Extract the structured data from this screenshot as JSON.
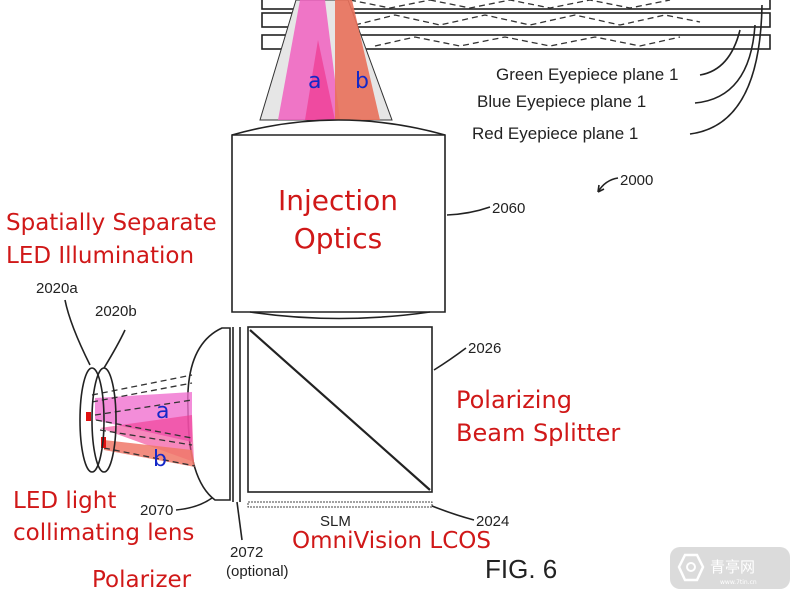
{
  "labels": {
    "green_plane": "Green Eyepiece plane 1",
    "blue_plane": "Blue Eyepiece plane 1",
    "red_plane": "Red Eyepiece plane 1",
    "ref_2000": "2000",
    "ref_2060": "2060",
    "ref_2026": "2026",
    "ref_2024": "2024",
    "ref_2020a": "2020a",
    "ref_2020b": "2020b",
    "ref_2070": "2070",
    "ref_2072": "2072",
    "optional": "(optional)",
    "slm": "SLM",
    "fig": "FIG. 6"
  },
  "annotations": {
    "injection_line1": "Injection",
    "injection_line2": "Optics",
    "spatial_line1": "Spatially Separate",
    "spatial_line2": "LED Illumination",
    "pbs_line1": "Polarizing",
    "pbs_line2": "Beam Splitter",
    "led_line1": "LED light",
    "led_line2": "collimating lens",
    "polarizer": "Polarizer",
    "lcos": "OmniVision LCOS",
    "beam_a": "a",
    "beam_b": "b"
  },
  "watermark": {
    "brand": "青亭网",
    "url": "www.7tin.cn"
  },
  "colors": {
    "annotation": "#d01818",
    "beam_label": "#1428c8",
    "beam_a": "#f060c0",
    "beam_b": "#f07060"
  }
}
